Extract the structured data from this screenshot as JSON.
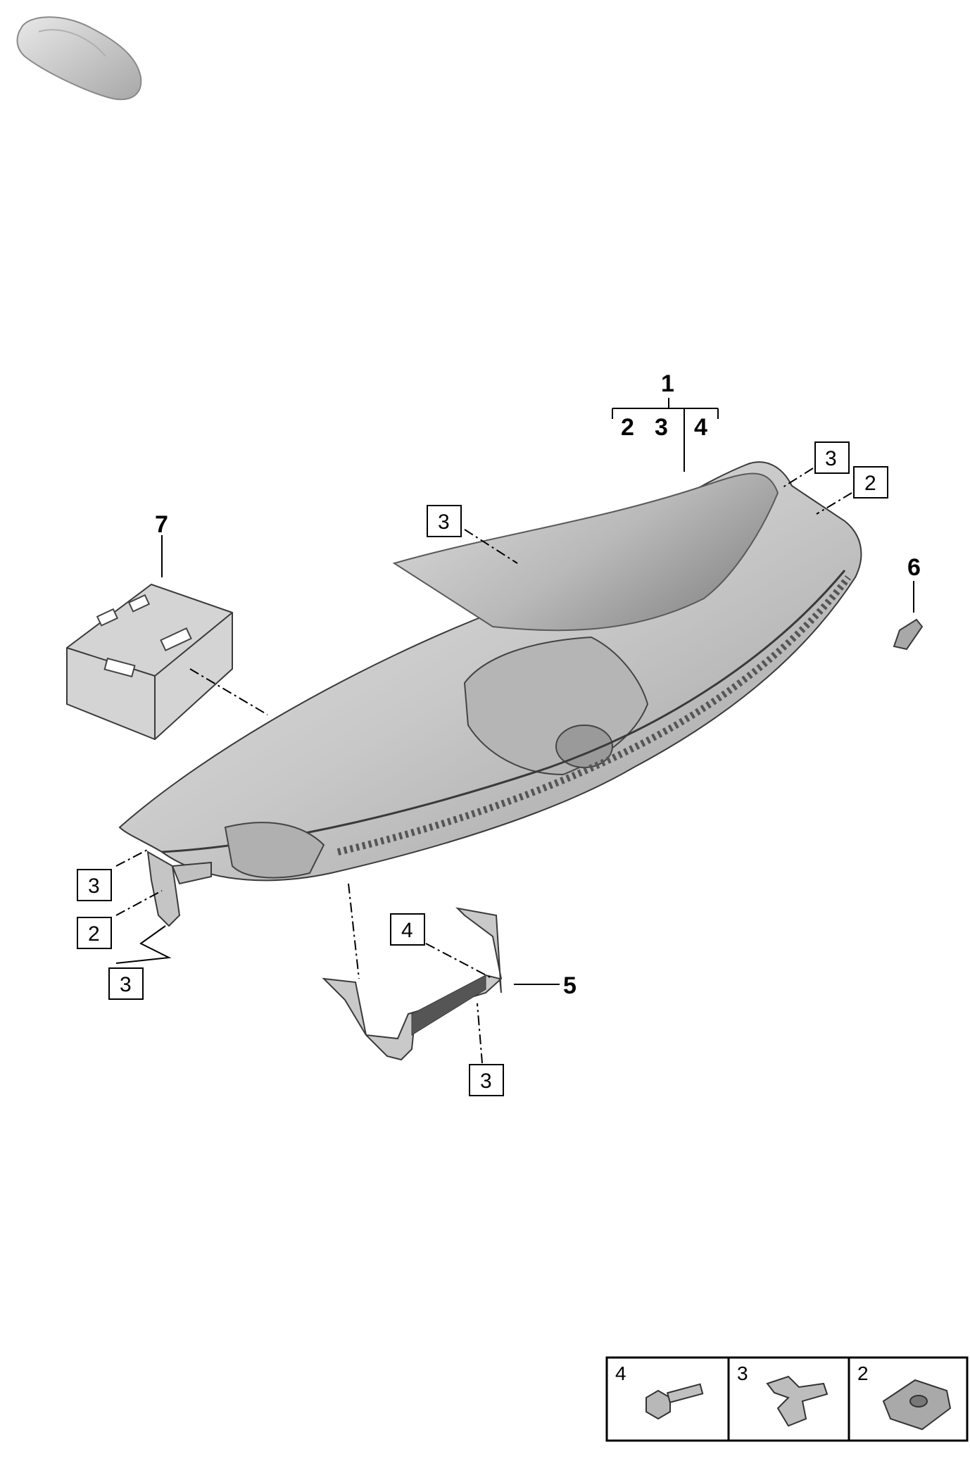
{
  "callouts": {
    "main_assembly": "1",
    "main_group": [
      "2",
      "3",
      "4"
    ],
    "part_5": "5",
    "part_6": "6",
    "part_7": "7"
  },
  "boxes": {
    "top_right_3": "3",
    "top_right_2": "2",
    "top_center_3": "3",
    "left_3_upper": "3",
    "left_2": "2",
    "left_3_lower": "3",
    "bracket_4": "4",
    "bracket_3_lower": "3"
  },
  "legend": [
    {
      "number": "4",
      "icon": "bolt-icon"
    },
    {
      "number": "3",
      "icon": "clip-icon"
    },
    {
      "number": "2",
      "icon": "nut-clip-icon"
    }
  ],
  "colors": {
    "part_fill": "#c9c9c9",
    "part_shadow": "#9d9d9d",
    "line": "#000000"
  }
}
